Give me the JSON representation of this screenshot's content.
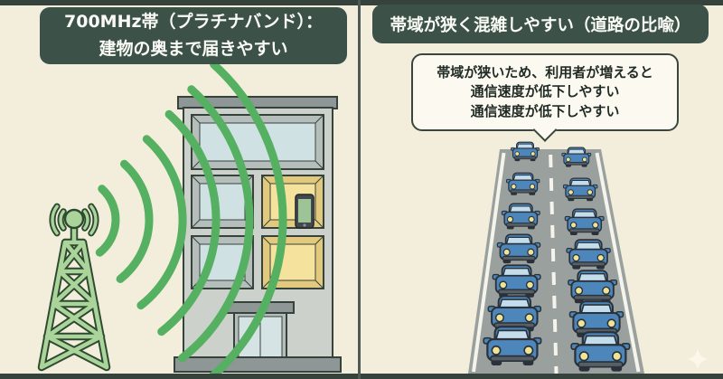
{
  "left_panel": {
    "title": {
      "line1": "700MHz帯（プラチナバンド）：",
      "line2": "建物の奥まで届きやすい"
    },
    "illustration": {
      "waves_count": 6,
      "building_floors": [
        {
          "windows": [
            {
              "type": "glass",
              "span": "full"
            }
          ]
        },
        {
          "windows": [
            {
              "type": "glass"
            },
            {
              "type": "room",
              "contains": "smartphone"
            }
          ]
        },
        {
          "windows": [
            {
              "type": "glass"
            },
            {
              "type": "room"
            }
          ]
        }
      ]
    }
  },
  "right_panel": {
    "title": "帯域が狭く混雑しやすい（道路の比喩）",
    "bubble": {
      "lines": [
        "帯域が狭いため、利用者が増えると",
        "通信速度が低下しやすい",
        "通信速度が低下しやすい"
      ]
    },
    "road": {
      "lanes": 2,
      "cars_per_lane": 7,
      "total_cars": 14
    }
  },
  "icons": {
    "tower": "radio-tower-icon",
    "waves": "radio-waves-icon",
    "building": "building-icon",
    "smartphone": "smartphone-icon",
    "car": "car-icon",
    "sparkle": "sparkle-icon"
  },
  "colors": {
    "background": "#f2eedb",
    "frame_strip": "#36433d",
    "divider": "#4f5a54",
    "header_bg": "#3c5249",
    "header_text": "#fbfbf5",
    "wave_green": "#55b061",
    "tower_green": "#abd49b",
    "tower_outline": "#2d4a31",
    "building_wall": "#ccd2cb",
    "building_roof": "#8e9795",
    "window_frame": "#b6bebb",
    "window_glass": "#d0e1e4",
    "room_yellow_frame": "#e3c97e",
    "room_yellow": "#f5e29c",
    "outline_dark": "#36433c",
    "road_gray": "#9aa09d",
    "road_line": "#f4f4ec",
    "car_blue": "#4c86bb",
    "car_glass": "#c3ddec",
    "car_light": "#efe398",
    "car_dark": "#2a3138",
    "bubble_bg": "#fcfaf0",
    "bubble_border": "#3a453e",
    "bubble_text": "#1f2a25",
    "phone_body": "#43484c",
    "phone_screen": "#9cc497",
    "sparkle": "#fbf7ea"
  }
}
